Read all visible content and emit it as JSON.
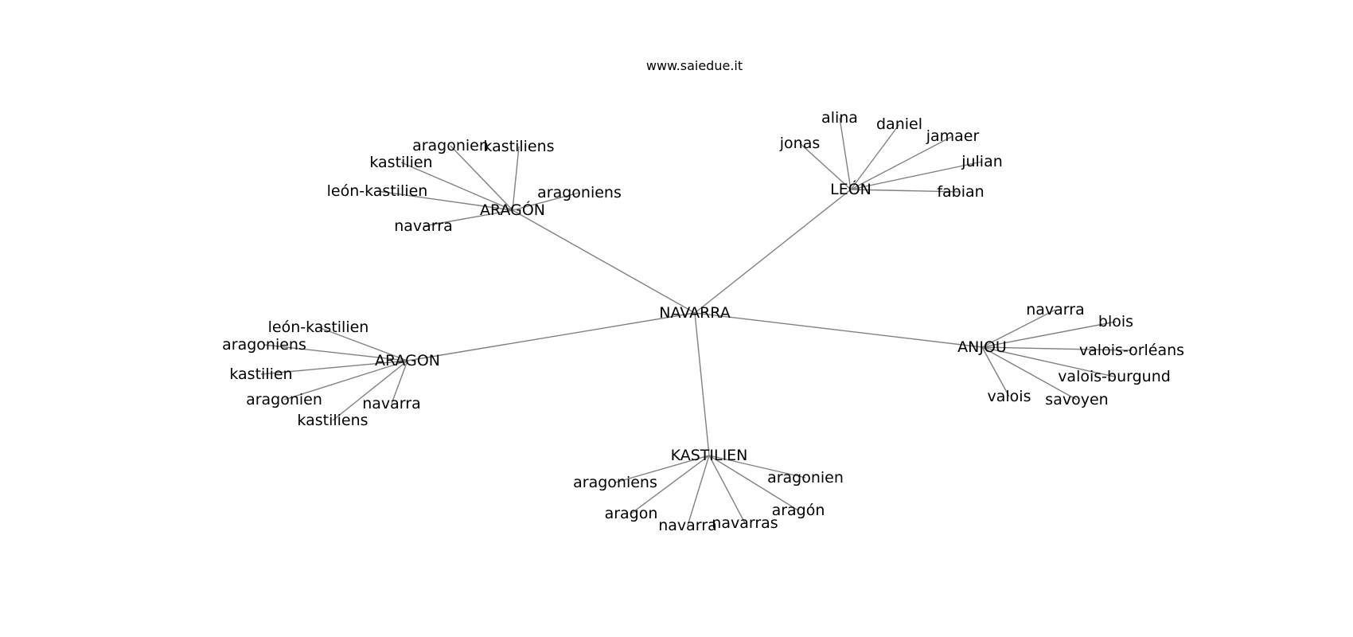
{
  "watermark": "www.saiedue.it",
  "graph": {
    "root": "NAVARRA",
    "hubs": [
      {
        "id": "aragon_accent",
        "label": "ARAGÓN",
        "children": [
          "aragonien",
          "kastiliens",
          "kastilien",
          "león-kastilien",
          "aragoniens",
          "navarra"
        ]
      },
      {
        "id": "leon",
        "label": "LEÓN",
        "children": [
          "alina",
          "daniel",
          "jonas",
          "jamaer",
          "julian",
          "fabian"
        ]
      },
      {
        "id": "aragon",
        "label": "ARAGON",
        "children": [
          "león-kastilien",
          "aragoniens",
          "kastilien",
          "aragonien",
          "navarra",
          "kastiliens"
        ]
      },
      {
        "id": "anjou",
        "label": "ANJOU",
        "children": [
          "navarra",
          "blois",
          "valois-orléans",
          "valois-burgund",
          "valois",
          "savoyen"
        ]
      },
      {
        "id": "kastilien",
        "label": "KASTILIEN",
        "children": [
          "aragoniens",
          "aragonien",
          "aragon",
          "aragón",
          "navarra",
          "navarras"
        ]
      }
    ]
  }
}
